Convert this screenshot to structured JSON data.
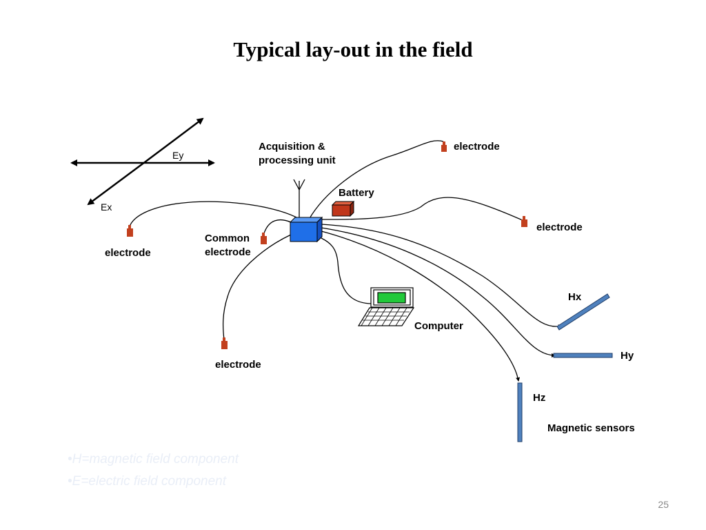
{
  "slide": {
    "title": "Typical lay-out in the field",
    "page_number": "25"
  },
  "axes": {
    "ey": "Ey",
    "ex": "Ex"
  },
  "labels": {
    "acq_line1": "Acquisition &",
    "acq_line2": "processing unit",
    "battery": "Battery",
    "common_line1": "Common",
    "common_line2": "electrode",
    "electrode_top_right": "electrode",
    "electrode_right": "electrode",
    "electrode_left": "electrode",
    "electrode_bottom": "electrode",
    "computer": "Computer",
    "hx": "Hx",
    "hy": "Hy",
    "hz": "Hz",
    "magnetic_sensors": "Magnetic sensors"
  },
  "notes": [
    "•H=magnetic field component",
    "•E=electric field component"
  ],
  "colors": {
    "unit": "#1f6fe8",
    "battery": "#c0361a",
    "electrode": "#c2401e",
    "sensor": "#4f81bd",
    "screen": "#22c93a"
  }
}
